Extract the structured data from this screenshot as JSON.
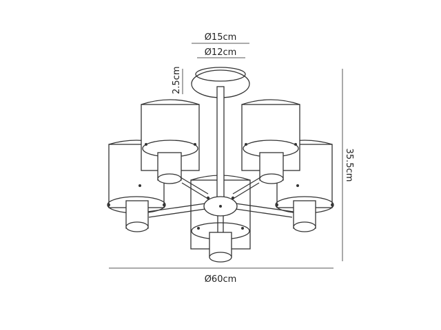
{
  "dimensions": {
    "outer_canopy": "Ø15cm",
    "inner_canopy": "Ø12cm",
    "canopy_depth": "2.5cm",
    "height": "35.5cm",
    "width": "Ø60cm"
  }
}
